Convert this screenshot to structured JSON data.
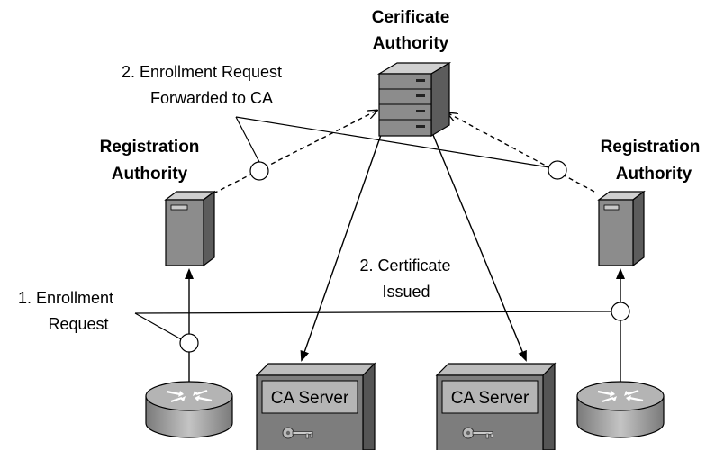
{
  "ca": {
    "title_line1": "Cerificate",
    "title_line2": "Authority"
  },
  "ra_left": {
    "title_line1": "Registration",
    "title_line2": "Authority"
  },
  "ra_right": {
    "title_line1": "Registration",
    "title_line2": "Authority"
  },
  "labels": {
    "forward_line1": "2. Enrollment Request",
    "forward_line2": "Forwarded to CA",
    "enroll_line1": "1. Enrollment",
    "enroll_line2": "Request",
    "issued_line1": "2. Certificate",
    "issued_line2": "Issued"
  },
  "ca_servers": [
    {
      "label": "CA Server"
    },
    {
      "label": "CA Server"
    }
  ],
  "icons": {
    "ca_server": "tower-server-icon",
    "registration_authority": "tower-server-icon",
    "router": "router-icon",
    "key": "key-icon"
  },
  "colors": {
    "server_face": "#8a8a8a",
    "server_dark": "#5a5a5a",
    "server_light": "#c8c8c8",
    "router_body": "#9a9a9a",
    "box_face": "#7d7d7d",
    "box_label_bg": "#b5b5b5"
  }
}
